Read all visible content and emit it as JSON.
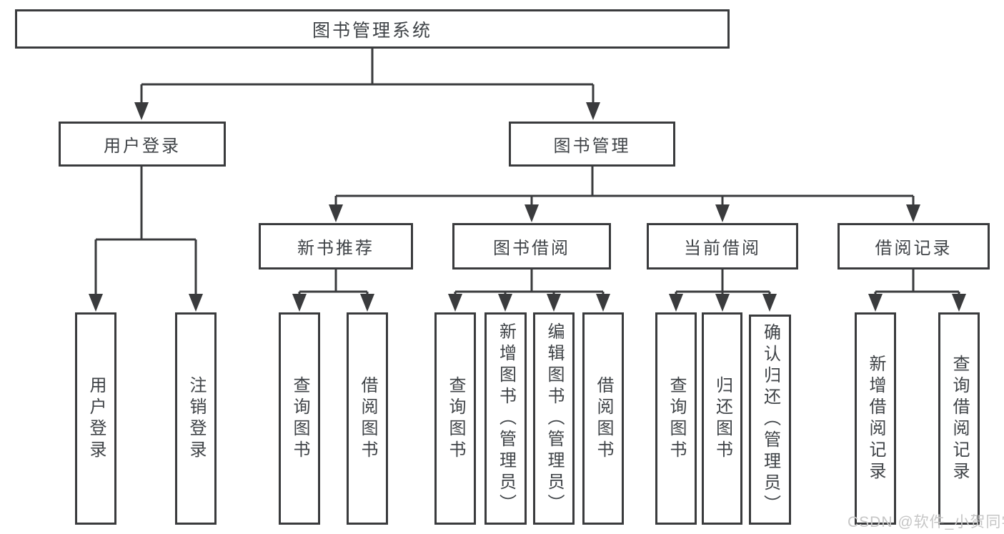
{
  "tree": {
    "root": {
      "label": "图书管理系统"
    },
    "branches": [
      {
        "label": "用户登录",
        "children": [
          {
            "label": "用户登录"
          },
          {
            "label": "注销登录"
          }
        ]
      },
      {
        "label": "图书管理",
        "sections": [
          {
            "label": "新书推荐",
            "children": [
              {
                "label": "查询图书"
              },
              {
                "label": "借阅图书"
              }
            ]
          },
          {
            "label": "图书借阅",
            "children": [
              {
                "label": "查询图书"
              },
              {
                "label": "新增图书（管理员）"
              },
              {
                "label": "编辑图书（管理员）"
              },
              {
                "label": "借阅图书"
              }
            ]
          },
          {
            "label": "当前借阅",
            "children": [
              {
                "label": "查询图书"
              },
              {
                "label": "归还图书"
              },
              {
                "label": "确认归还（管理员）"
              }
            ]
          },
          {
            "label": "借阅记录",
            "children": [
              {
                "label": "新增借阅记录"
              },
              {
                "label": "查询借阅记录"
              }
            ]
          }
        ]
      }
    ]
  },
  "watermark": {
    "text": "CSDN @软件_小贺同学"
  },
  "colors": {
    "line": "#3a3b3d",
    "text": "#3f4347",
    "watermark": "#c6c6c6",
    "background": "#ffffff"
  }
}
